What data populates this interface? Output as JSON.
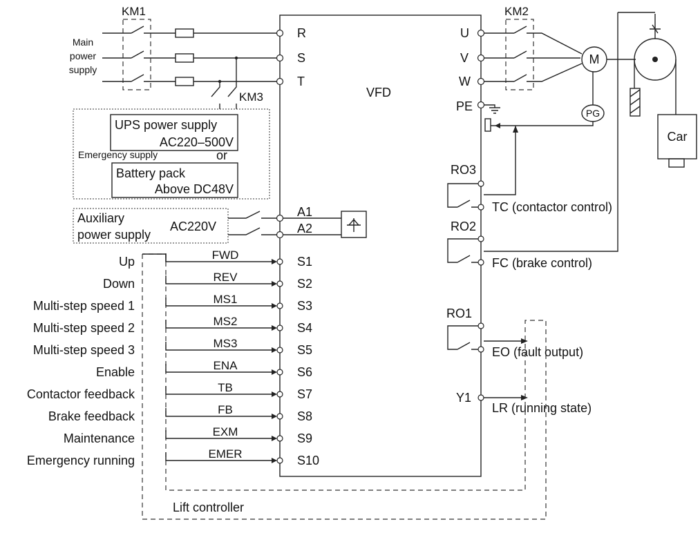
{
  "contactors": {
    "km1": "KM1",
    "km2": "KM2",
    "km3": "KM3"
  },
  "main_power": {
    "line1": "Main",
    "line2": "power",
    "line3": "supply"
  },
  "inputs": {
    "r": "R",
    "s": "S",
    "t": "T"
  },
  "outputs": {
    "u": "U",
    "v": "V",
    "w": "W",
    "pe": "PE"
  },
  "vfd_label": "VFD",
  "motor": "M",
  "encoder": "PG",
  "car": "Car",
  "emergency": {
    "ups_line1": "UPS power supply",
    "ups_line2": "AC220–500V",
    "supply_label": "Emergency supply",
    "or": "or",
    "battery_line1": "Battery pack",
    "battery_line2": "Above DC48V"
  },
  "auxiliary": {
    "line1": "Auxiliary",
    "line2": "power supply",
    "voltage": "AC220V",
    "a1": "A1",
    "a2": "A2"
  },
  "relays": [
    {
      "name": "RO3",
      "desc": "TC (contactor control)"
    },
    {
      "name": "RO2",
      "desc": "FC (brake control)"
    },
    {
      "name": "RO1",
      "desc": "EO (fault output)"
    }
  ],
  "y1": {
    "name": "Y1",
    "desc": "LR (running state)"
  },
  "digital_inputs": [
    {
      "label": "Up",
      "signal": "FWD",
      "terminal": "S1"
    },
    {
      "label": "Down",
      "signal": "REV",
      "terminal": "S2"
    },
    {
      "label": "Multi-step speed 1",
      "signal": "MS1",
      "terminal": "S3"
    },
    {
      "label": "Multi-step speed 2",
      "signal": "MS2",
      "terminal": "S4"
    },
    {
      "label": "Multi-step speed 3",
      "signal": "MS3",
      "terminal": "S5"
    },
    {
      "label": "Enable",
      "signal": "ENA",
      "terminal": "S6"
    },
    {
      "label": "Contactor feedback",
      "signal": "TB",
      "terminal": "S7"
    },
    {
      "label": "Brake feedback",
      "signal": "FB",
      "terminal": "S8"
    },
    {
      "label": "Maintenance",
      "signal": "EXM",
      "terminal": "S9"
    },
    {
      "label": "Emergency running",
      "signal": "EMER",
      "terminal": "S10"
    }
  ],
  "lift_controller": "Lift controller"
}
